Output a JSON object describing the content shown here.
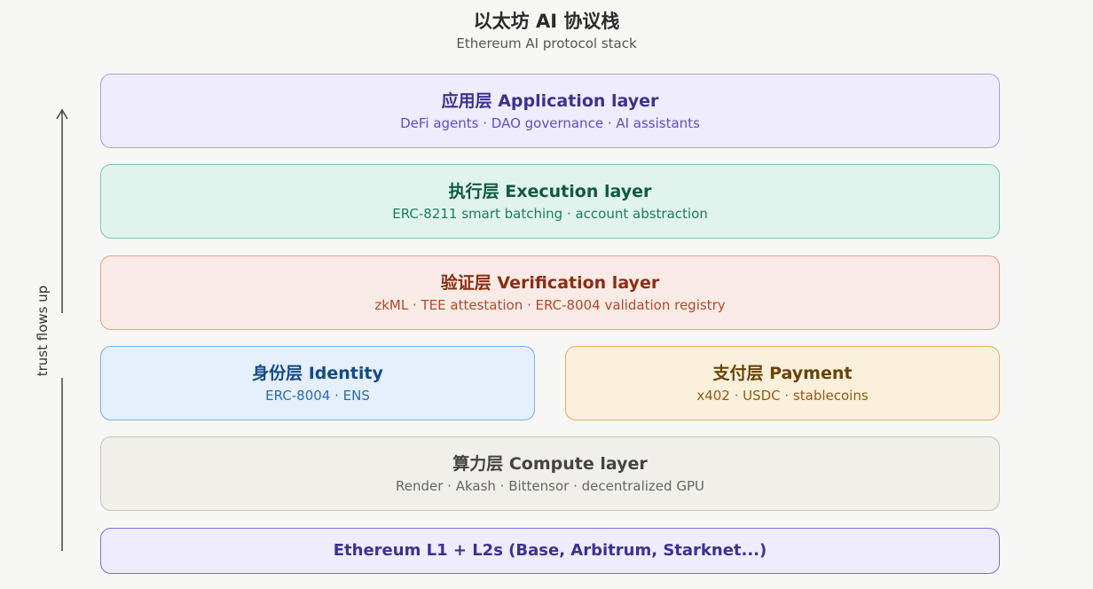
{
  "header": {
    "title": "以太坊 AI 协议栈",
    "subtitle": "Ethereum AI protocol stack"
  },
  "side": {
    "trust_label": "trust flows up"
  },
  "layers": {
    "application": {
      "name": "应用层 Application layer",
      "desc": "DeFi agents · DAO governance · AI assistants",
      "color": "#eeecfd"
    },
    "execution": {
      "name": "执行层 Execution layer",
      "desc": "ERC-8211 smart batching · account abstraction",
      "color": "#e0f4ed"
    },
    "verification": {
      "name": "验证层 Verification layer",
      "desc": "zkML · TEE attestation · ERC-8004 validation registry",
      "color": "#fbebe6"
    },
    "identity": {
      "name": "身份层 Identity",
      "desc": "ERC-8004 · ENS",
      "color": "#e5f0fc"
    },
    "payment": {
      "name": "支付层 Payment",
      "desc": "x402 · USDC · stablecoins",
      "color": "#fbf0dc"
    },
    "compute": {
      "name": "算力层 Compute layer",
      "desc": "Render · Akash · Bittensor · decentralized GPU",
      "color": "#f1efe9"
    },
    "base": {
      "name": "Ethereum L1 + L2s (Base, Arbitrum, Starknet...)",
      "color": "#eeecfd"
    }
  }
}
